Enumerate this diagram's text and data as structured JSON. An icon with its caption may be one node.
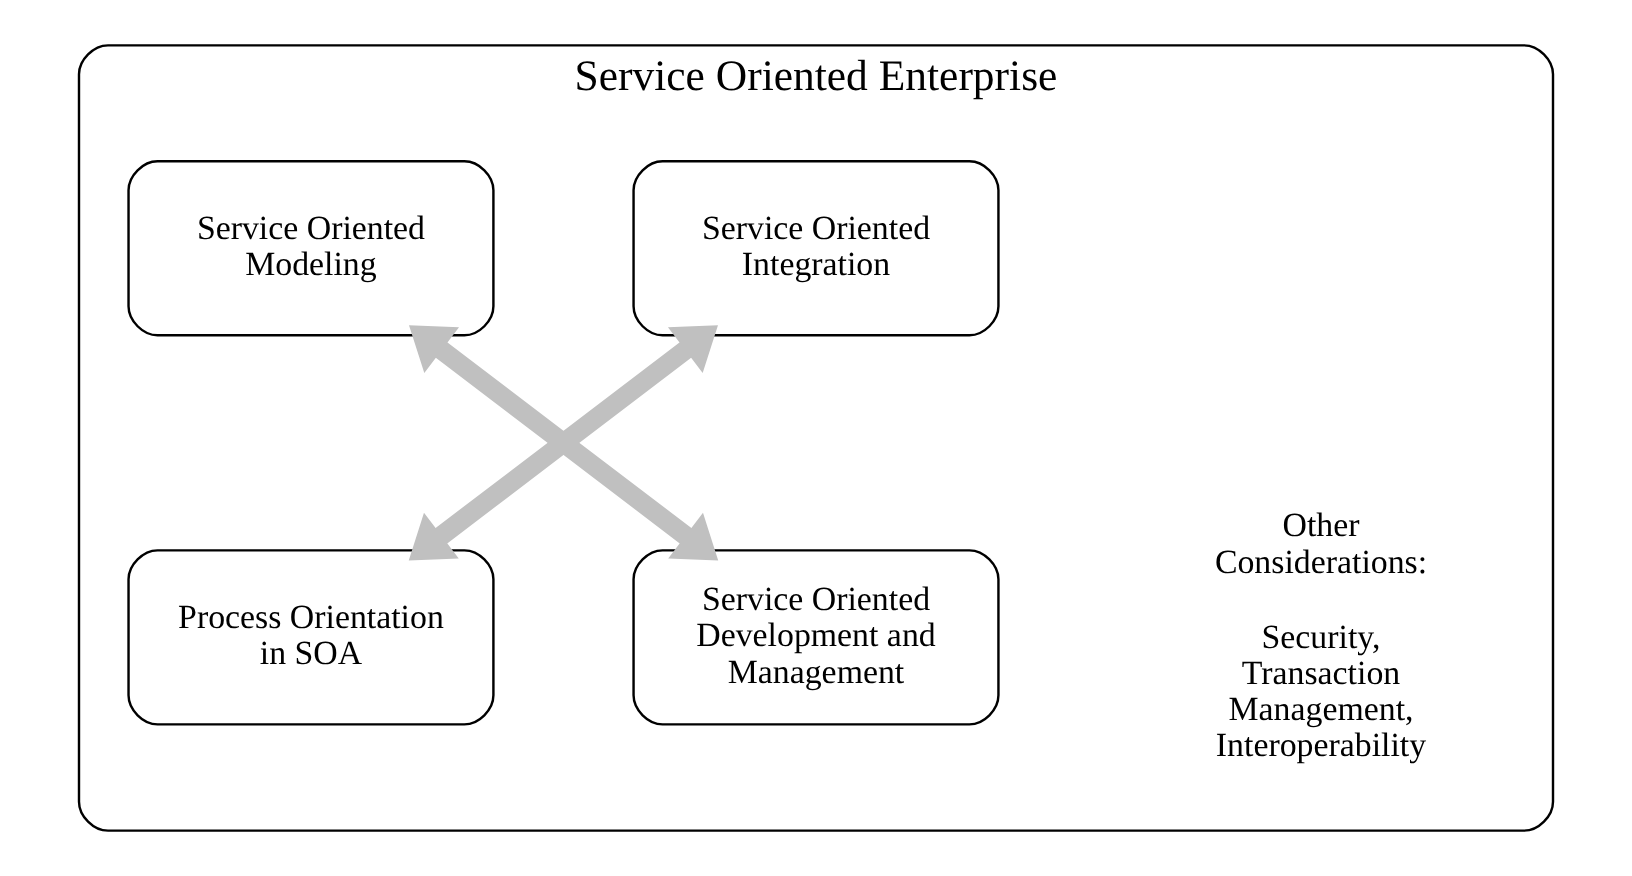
{
  "diagram": {
    "nodes": [
      {
        "text": [
          "Service Oriented Enterprise"
        ]
      },
      {
        "text": [
          "Service Oriented Modeling"
        ],
        "in": 0
      },
      {
        "text": [
          "Service Oriented Integration"
        ],
        "in": 0
      },
      {
        "text": [
          "Process Orientation in SOA"
        ],
        "in": 0
      },
      {
        "text": [
          "Service Oriented Development and Management"
        ],
        "in": 0
      }
    ],
    "edges": [
      {
        "from": 1,
        "to": 4,
        "arrow": "both"
      },
      {
        "from": 2,
        "to": 3,
        "arrow": "both"
      }
    ],
    "labels": [
      "Other Considerations:",
      "Security, Transaction Management, Interoperability"
    ]
  }
}
